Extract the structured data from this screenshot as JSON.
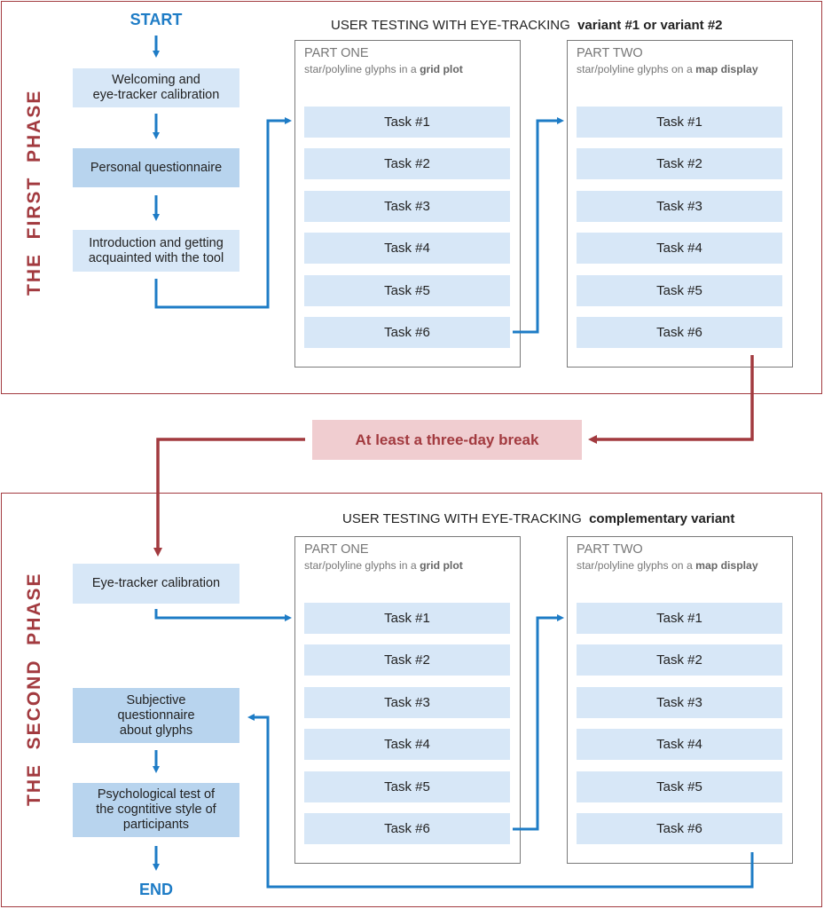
{
  "colors": {
    "phase": "#a23a3f",
    "flow_blue": "#1e7cc6",
    "step_light": "#d7e7f7",
    "step_dark": "#b8d4ee",
    "break_fill": "#f0cdd0"
  },
  "first_phase": {
    "label": "THE  FIRST  PHASE",
    "start": "START",
    "steps": [
      "Welcoming and\neye-tracker calibration",
      "Personal questionnaire",
      "Introduction and getting\nacquainted with the tool"
    ],
    "testing_title": "USER TESTING WITH EYE-TRACKING",
    "testing_variant": "variant #1 or variant #2",
    "part_one": {
      "title": "PART ONE",
      "sub_prefix": "star/polyline glyphs in a",
      "sub_bold": "grid plot",
      "tasks": [
        "Task #1",
        "Task #2",
        "Task #3",
        "Task #4",
        "Task #5",
        "Task #6"
      ]
    },
    "part_two": {
      "title": "PART TWO",
      "sub_prefix": "star/polyline glyphs on a",
      "sub_bold": "map display",
      "tasks": [
        "Task #1",
        "Task #2",
        "Task #3",
        "Task #4",
        "Task #5",
        "Task #6"
      ]
    }
  },
  "break": {
    "label": "At least a three-day break"
  },
  "second_phase": {
    "label": "THE  SECOND  PHASE",
    "steps": [
      "Eye-tracker calibration",
      "Subjective\nquestionnaire\nabout glyphs",
      "Psychological test of\nthe cogntitive style of\nparticipants"
    ],
    "end": "END",
    "testing_title": "USER TESTING WITH EYE-TRACKING",
    "testing_variant": "complementary variant",
    "part_one": {
      "title": "PART ONE",
      "sub_prefix": "star/polyline glyphs in a",
      "sub_bold": "grid plot",
      "tasks": [
        "Task #1",
        "Task #2",
        "Task #3",
        "Task #4",
        "Task #5",
        "Task #6"
      ]
    },
    "part_two": {
      "title": "PART TWO",
      "sub_prefix": "star/polyline glyphs on a",
      "sub_bold": "map display",
      "tasks": [
        "Task #1",
        "Task #2",
        "Task #3",
        "Task #4",
        "Task #5",
        "Task #6"
      ]
    }
  }
}
